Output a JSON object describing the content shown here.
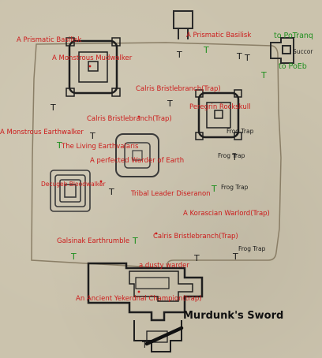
{
  "labels": {
    "prismatic_basilisk_w": "A Prismatic Basilisk",
    "prismatic_basilisk_e": "A Prismatic Basilisk",
    "monstrous_mudwalker": "A Monstrous Mudwalker",
    "to_potranq": "to PoTranq",
    "succor": "Succor",
    "to_poeb": "to PoEb",
    "calris_trap_1": "Calris Bristlebranch(Trap)",
    "peregrin_rockskull": "Peregrin Rockskull",
    "calris_trap_2": "Calris Bristlebranch(Trap)",
    "frog_trap_1": "Frog Trap",
    "monstrous_earthwalker": "A Monstrous Earthwalker",
    "living_earthvalaris": "The Living Earthvalaris",
    "frog_trap_2": "Frog Trap",
    "perfected_warder": "A perfected Warder of Earth",
    "decugeb_bloodwalker": "Decugeb Bloodwalker",
    "tribal_leader": "Tribal Leader Diseranon",
    "frog_trap_3": "Frog Trap",
    "korascian_warlord": "A Korascian Warlord(Trap)",
    "galsinak": "Galsinak Earthrumble",
    "calris_trap_3": "Calris Bristlebranch(Trap)",
    "frog_trap_4": "Frog Trap",
    "dusty_warder": "a dusty warder",
    "ancient_champion": "An Ancient Yekerdnal Champion(trap)",
    "murdunks_sword": "Murdunk's Sword"
  },
  "colors": {
    "npc_label": "#cc1a1a",
    "zone_label": "#1f8f1f",
    "marker_label": "#1a1a1a",
    "ground": "#cbc3ad",
    "wall": "#3a3a3a"
  },
  "icons": {
    "spawn_marker": "T-pin-glyph",
    "exit_marker": "green-arrow-glyph",
    "sword": "sword-line"
  }
}
